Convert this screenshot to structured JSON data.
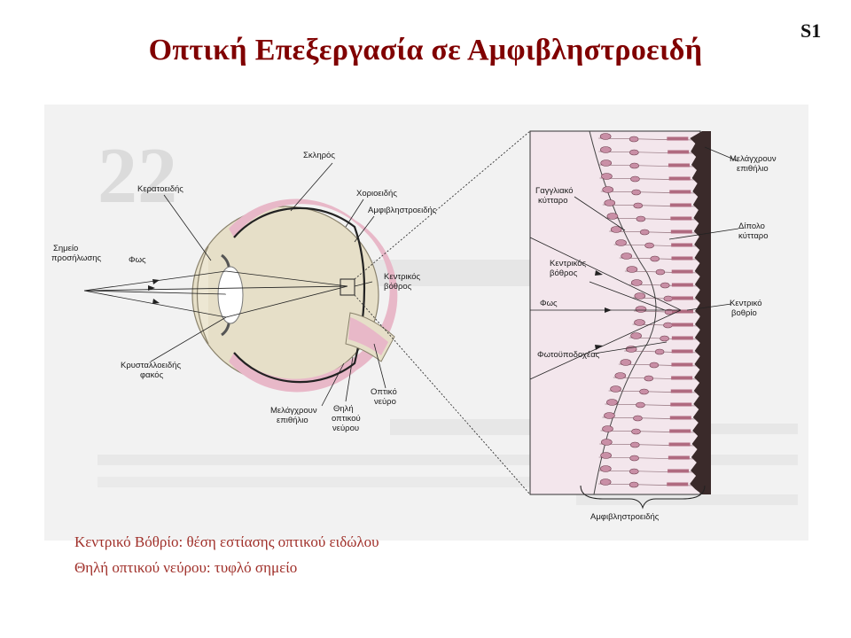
{
  "slide_number": "S1",
  "title": "Οπτική Επεξεργασία σε Αμφιβληστροειδή",
  "eye_labels": {
    "sclera": "Σκληρός",
    "cornea": "Κερατοειδής",
    "choroid": "Χοριοειδής",
    "retina": "Αμφιβληστροειδής",
    "fixation_point_1": "Σημείο",
    "fixation_point_2": "προσήλωσης",
    "light": "Φως",
    "fovea_1": "Κεντρικός",
    "fovea_2": "βόθρος",
    "lens_1": "Κρυσταλλοειδής",
    "lens_2": "φακός",
    "pigment_epithelium_1": "Μελάγχρουν",
    "pigment_epithelium_2": "επιθήλιο",
    "optic_disc_1": "Θηλή",
    "optic_disc_2": "οπτικού",
    "optic_disc_3": "νεύρου",
    "optic_nerve_1": "Οπτικό",
    "optic_nerve_2": "νεύρο"
  },
  "retina_labels": {
    "pigment_epithelium_1": "Μελάγχρουν",
    "pigment_epithelium_2": "επιθήλιο",
    "ganglion_cell_1": "Γαγγλιακό",
    "ganglion_cell_2": "κύτταρο",
    "bipolar_cell_1": "Δίπολο",
    "bipolar_cell_2": "κύτταρο",
    "fovea_left_1": "Κεντρικός",
    "fovea_left_2": "βόθρος",
    "light": "Φως",
    "fovea_right_1": "Κεντρικό",
    "fovea_right_2": "βοθρίο",
    "photoreceptors": "Φωτοϋποδοχέας",
    "retina": "Αμφιβληστροειδής"
  },
  "captions": {
    "line1": "Κεντρικό Βόθρίο: θέση εστίασης οπτικού ειδώλου",
    "line2": "Θηλή οπτικού νεύρου: τυφλό σημείο"
  },
  "colors": {
    "title": "#800000",
    "caption": "#a0302a",
    "eye_fill": "#e6dfc8",
    "retina_pink": "#e8b8c8",
    "cell": "#c98fa6"
  }
}
